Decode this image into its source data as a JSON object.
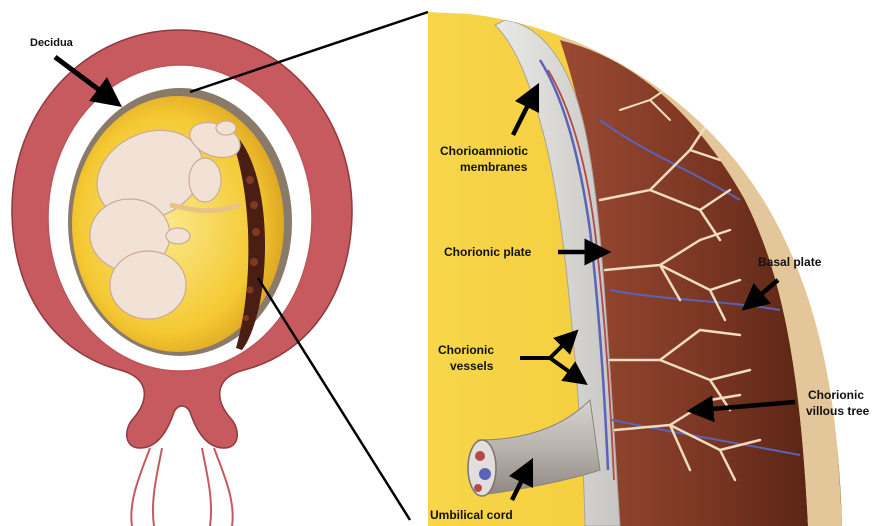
{
  "labels": {
    "decidua": "Decidua",
    "chorioamniotic_line1": "Chorioamniotic",
    "chorioamniotic_line2": "membranes",
    "chorionic_plate": "Chorionic plate",
    "chorionic_vessels_line1": "Chorionic",
    "chorionic_vessels_line2": "vessels",
    "basal_plate": "Basal plate",
    "villous_tree_line1": "Chorionic",
    "villous_tree_line2": "villous tree",
    "umbilical_cord": "Umbilical cord"
  },
  "colors": {
    "uterine_wall": "#c75a5e",
    "amniotic_fluid": "#f2c62e",
    "membrane": "#d9d9d6",
    "placenta_tissue": "#7a3622",
    "villi": "#f0dcc0",
    "vessels": "#5a63b8",
    "arrow": "#000000"
  }
}
